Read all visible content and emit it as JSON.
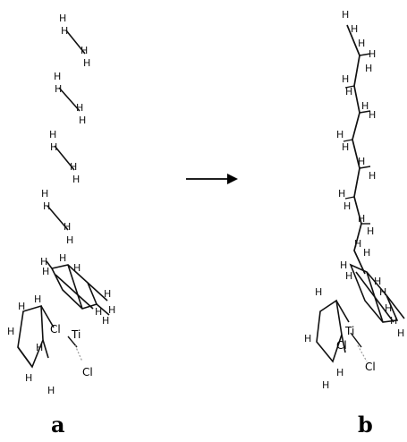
{
  "labels": {
    "left": "a",
    "right": "b"
  },
  "atoms": {
    "h": "H",
    "ti": "Ti",
    "cl": "Cl"
  },
  "colors": {
    "bond": "#111111",
    "arrow": "#000000",
    "background": "#ffffff"
  }
}
